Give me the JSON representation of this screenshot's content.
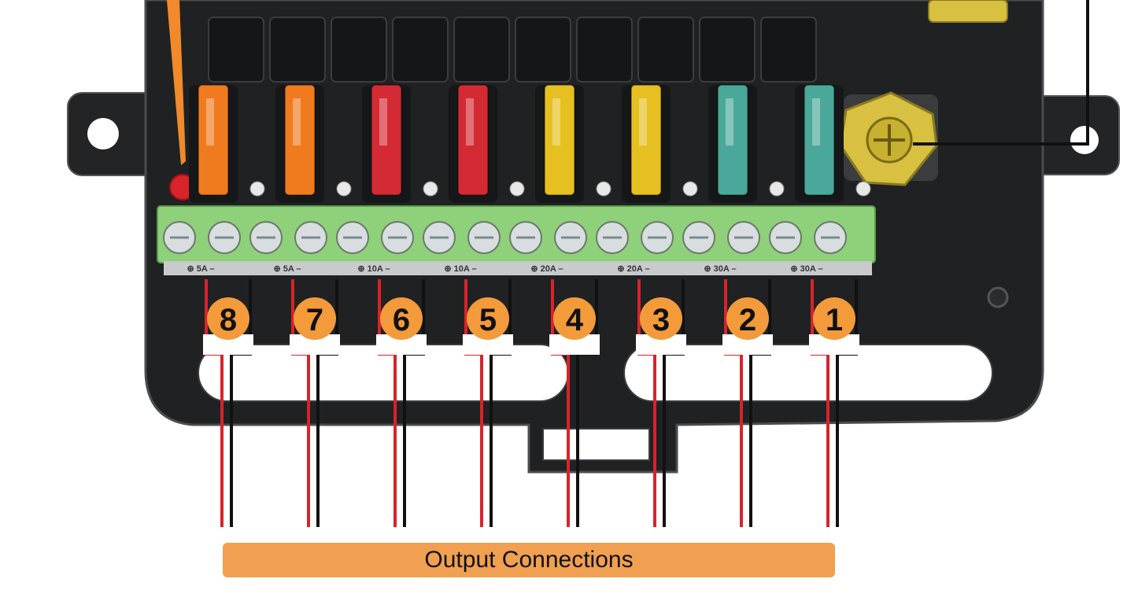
{
  "outputs": [
    {
      "number": "8",
      "rating": "5A",
      "fuse_color": "#f07a1e"
    },
    {
      "number": "7",
      "rating": "5A",
      "fuse_color": "#f07a1e"
    },
    {
      "number": "6",
      "rating": "10A",
      "fuse_color": "#d42a34"
    },
    {
      "number": "5",
      "rating": "10A",
      "fuse_color": "#d42a34"
    },
    {
      "number": "4",
      "rating": "20A",
      "fuse_color": "#e6c020"
    },
    {
      "number": "3",
      "rating": "20A",
      "fuse_color": "#e6c020"
    },
    {
      "number": "2",
      "rating": "30A",
      "fuse_color": "#4aa89a"
    },
    {
      "number": "1",
      "rating": "30A",
      "fuse_color": "#4aa89a"
    }
  ],
  "output_connections_label": "Output Connections",
  "colors": {
    "housing": "#202224",
    "terminal_block": "#8fd07a",
    "wire_red": "#d8232a",
    "wire_black": "#111111",
    "badge": "#f39a3a",
    "label_bg": "#f0a050",
    "stud": "#d8c040"
  }
}
